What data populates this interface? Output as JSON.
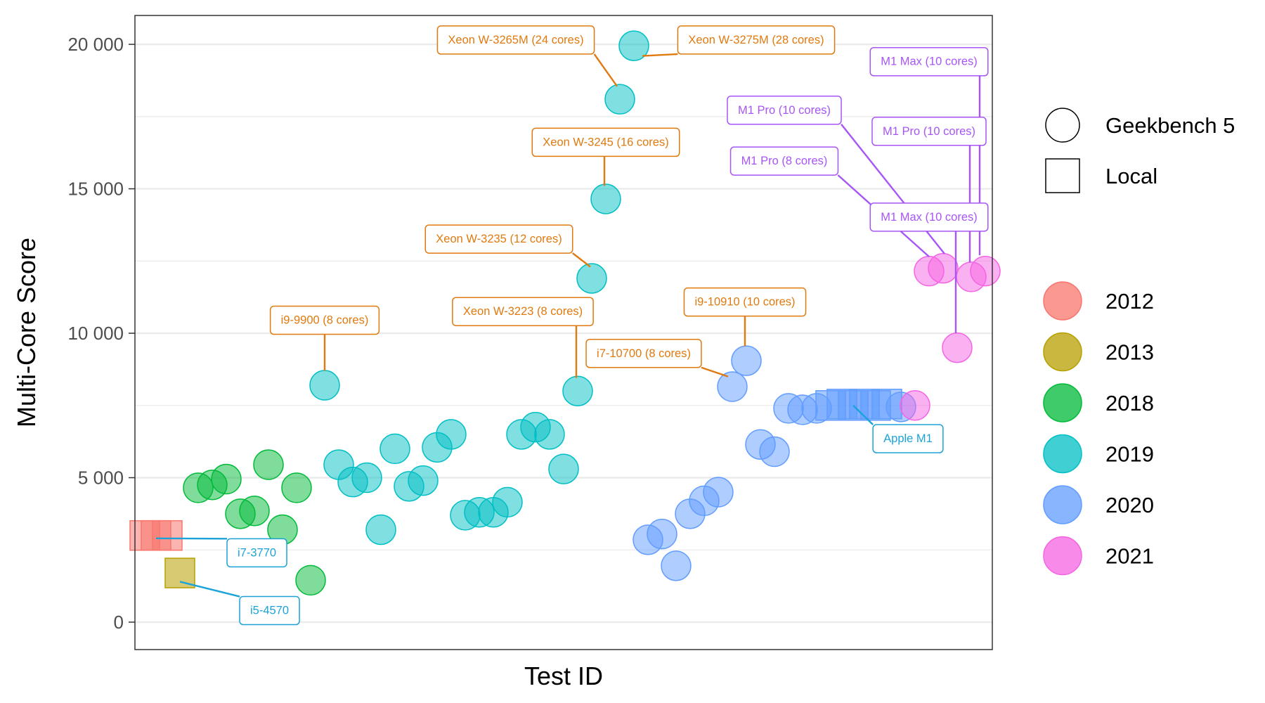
{
  "colors": {
    "2012": "#F8766D",
    "2013": "#B79F00",
    "2018": "#00BA38",
    "2019": "#00BFC4",
    "2020": "#619CFF",
    "2021": "#F564E3",
    "label_intel_xeon": "#E07A10",
    "label_intel_old": "#1BA3D9",
    "label_apple_m1pro": "#A855F7"
  },
  "chart_data": {
    "type": "scatter",
    "title": "",
    "xlabel": "Test ID",
    "ylabel": "Multi-Core Score",
    "xlim": [
      0.5,
      61.5
    ],
    "ylim": [
      -950,
      21000
    ],
    "yticks": [
      0,
      5000,
      10000,
      15000,
      20000
    ],
    "ytick_labels": [
      "0",
      "5 000",
      "10 000",
      "15 000",
      "20 000"
    ],
    "grid": true,
    "legend_position": "right",
    "legend_shape": {
      "title": "",
      "entries": [
        {
          "label": "Geekbench 5",
          "shape": "circle"
        },
        {
          "label": "Local",
          "shape": "square"
        }
      ]
    },
    "legend_year": {
      "title": "",
      "entries": [
        "2012",
        "2013",
        "2018",
        "2019",
        "2020",
        "2021"
      ]
    },
    "points": [
      {
        "x": 1.2,
        "y": 3000,
        "year": "2012",
        "shape": "square"
      },
      {
        "x": 2.0,
        "y": 3000,
        "year": "2012",
        "shape": "square"
      },
      {
        "x": 2.8,
        "y": 3000,
        "year": "2012",
        "shape": "square"
      },
      {
        "x": 3.7,
        "y": 1700,
        "year": "2013",
        "shape": "square"
      },
      {
        "x": 5.0,
        "y": 4650,
        "year": "2018",
        "shape": "circle"
      },
      {
        "x": 6.0,
        "y": 4750,
        "year": "2018",
        "shape": "circle"
      },
      {
        "x": 7.0,
        "y": 4950,
        "year": "2018",
        "shape": "circle"
      },
      {
        "x": 8.0,
        "y": 3750,
        "year": "2018",
        "shape": "circle"
      },
      {
        "x": 9.0,
        "y": 3850,
        "year": "2018",
        "shape": "circle"
      },
      {
        "x": 10.0,
        "y": 5450,
        "year": "2018",
        "shape": "circle"
      },
      {
        "x": 11.0,
        "y": 3200,
        "year": "2018",
        "shape": "circle"
      },
      {
        "x": 12.0,
        "y": 4650,
        "year": "2018",
        "shape": "circle"
      },
      {
        "x": 13.0,
        "y": 1450,
        "year": "2018",
        "shape": "circle"
      },
      {
        "x": 14.0,
        "y": 8200,
        "year": "2019",
        "shape": "circle"
      },
      {
        "x": 15.0,
        "y": 5450,
        "year": "2019",
        "shape": "circle"
      },
      {
        "x": 16.0,
        "y": 4850,
        "year": "2019",
        "shape": "circle"
      },
      {
        "x": 17.0,
        "y": 5000,
        "year": "2019",
        "shape": "circle"
      },
      {
        "x": 18.0,
        "y": 3200,
        "year": "2019",
        "shape": "circle"
      },
      {
        "x": 19.0,
        "y": 6000,
        "year": "2019",
        "shape": "circle"
      },
      {
        "x": 20.0,
        "y": 4700,
        "year": "2019",
        "shape": "circle"
      },
      {
        "x": 21.0,
        "y": 4900,
        "year": "2019",
        "shape": "circle"
      },
      {
        "x": 22.0,
        "y": 6050,
        "year": "2019",
        "shape": "circle"
      },
      {
        "x": 23.0,
        "y": 6500,
        "year": "2019",
        "shape": "circle"
      },
      {
        "x": 24.0,
        "y": 3700,
        "year": "2019",
        "shape": "circle"
      },
      {
        "x": 25.0,
        "y": 3800,
        "year": "2019",
        "shape": "circle"
      },
      {
        "x": 26.0,
        "y": 3800,
        "year": "2019",
        "shape": "circle"
      },
      {
        "x": 27.0,
        "y": 4150,
        "year": "2019",
        "shape": "circle"
      },
      {
        "x": 28.0,
        "y": 6500,
        "year": "2019",
        "shape": "circle"
      },
      {
        "x": 29.0,
        "y": 6750,
        "year": "2019",
        "shape": "circle"
      },
      {
        "x": 30.0,
        "y": 6500,
        "year": "2019",
        "shape": "circle"
      },
      {
        "x": 31.0,
        "y": 5300,
        "year": "2019",
        "shape": "circle"
      },
      {
        "x": 32.0,
        "y": 8000,
        "year": "2019",
        "shape": "circle"
      },
      {
        "x": 33.0,
        "y": 11900,
        "year": "2019",
        "shape": "circle"
      },
      {
        "x": 34.0,
        "y": 14650,
        "year": "2019",
        "shape": "circle"
      },
      {
        "x": 35.0,
        "y": 18100,
        "year": "2019",
        "shape": "circle"
      },
      {
        "x": 36.0,
        "y": 19950,
        "year": "2019",
        "shape": "circle"
      },
      {
        "x": 37.0,
        "y": 2850,
        "year": "2020",
        "shape": "circle"
      },
      {
        "x": 38.0,
        "y": 3050,
        "year": "2020",
        "shape": "circle"
      },
      {
        "x": 39.0,
        "y": 1950,
        "year": "2020",
        "shape": "circle"
      },
      {
        "x": 40.0,
        "y": 3750,
        "year": "2020",
        "shape": "circle"
      },
      {
        "x": 41.0,
        "y": 4200,
        "year": "2020",
        "shape": "circle"
      },
      {
        "x": 42.0,
        "y": 4500,
        "year": "2020",
        "shape": "circle"
      },
      {
        "x": 43.0,
        "y": 8150,
        "year": "2020",
        "shape": "circle"
      },
      {
        "x": 44.0,
        "y": 9050,
        "year": "2020",
        "shape": "circle"
      },
      {
        "x": 45.0,
        "y": 6150,
        "year": "2020",
        "shape": "circle"
      },
      {
        "x": 46.0,
        "y": 5900,
        "year": "2020",
        "shape": "circle"
      },
      {
        "x": 47.0,
        "y": 7400,
        "year": "2020",
        "shape": "circle"
      },
      {
        "x": 48.0,
        "y": 7350,
        "year": "2020",
        "shape": "circle"
      },
      {
        "x": 49.0,
        "y": 7400,
        "year": "2020",
        "shape": "circle"
      },
      {
        "x": 50.0,
        "y": 7500,
        "year": "2020",
        "shape": "square"
      },
      {
        "x": 50.8,
        "y": 7550,
        "year": "2020",
        "shape": "square"
      },
      {
        "x": 51.6,
        "y": 7500,
        "year": "2020",
        "shape": "square"
      },
      {
        "x": 52.4,
        "y": 7550,
        "year": "2020",
        "shape": "square"
      },
      {
        "x": 53.2,
        "y": 7500,
        "year": "2020",
        "shape": "square"
      },
      {
        "x": 54.0,
        "y": 7550,
        "year": "2020",
        "shape": "square"
      },
      {
        "x": 55.0,
        "y": 7450,
        "year": "2020",
        "shape": "circle"
      },
      {
        "x": 56.0,
        "y": 7500,
        "year": "2021",
        "shape": "circle"
      },
      {
        "x": 57.0,
        "y": 12150,
        "year": "2021",
        "shape": "circle"
      },
      {
        "x": 58.0,
        "y": 12250,
        "year": "2021",
        "shape": "circle"
      },
      {
        "x": 59.0,
        "y": 9500,
        "year": "2021",
        "shape": "circle"
      },
      {
        "x": 60.0,
        "y": 11950,
        "year": "2021",
        "shape": "circle"
      },
      {
        "x": 61.0,
        "y": 12150,
        "year": "2021",
        "shape": "circle"
      }
    ],
    "annotations": [
      {
        "label": "i7-3770",
        "colorKey": "label_intel_old",
        "target": [
          2.0,
          2900
        ],
        "box": [
          7.8,
          2400
        ],
        "anchor": "left"
      },
      {
        "label": "i5-4570",
        "colorKey": "label_intel_old",
        "target": [
          3.7,
          1400
        ],
        "box": [
          8.7,
          400
        ],
        "anchor": "left"
      },
      {
        "label": "i9-9900 (8 cores)",
        "colorKey": "label_intel_xeon",
        "target": [
          14.0,
          8700
        ],
        "box": [
          14.0,
          10450
        ],
        "anchor": "center"
      },
      {
        "label": "Xeon W-3223 (8 cores)",
        "colorKey": "label_intel_xeon",
        "target": [
          31.9,
          8450
        ],
        "box": [
          28.1,
          10750
        ],
        "anchor": "center"
      },
      {
        "label": "Xeon W-3235 (12 cores)",
        "colorKey": "label_intel_xeon",
        "target": [
          32.9,
          12300
        ],
        "box": [
          26.4,
          13260
        ],
        "anchor": "center"
      },
      {
        "label": "Xeon W-3245 (16 cores)",
        "colorKey": "label_intel_xeon",
        "target": [
          33.9,
          15100
        ],
        "box": [
          34.0,
          16610
        ],
        "anchor": "center"
      },
      {
        "label": "Xeon W-3265M (24 cores)",
        "colorKey": "label_intel_xeon",
        "target": [
          34.8,
          18550
        ],
        "box": [
          27.6,
          20150
        ],
        "anchor": "center"
      },
      {
        "label": "Xeon W-3275M (28 cores)",
        "colorKey": "label_intel_xeon",
        "target": [
          36.6,
          19600
        ],
        "box": [
          44.7,
          20150
        ],
        "anchor": "center"
      },
      {
        "label": "i7-10700 (8 cores)",
        "colorKey": "label_intel_xeon",
        "target": [
          42.7,
          8500
        ],
        "box": [
          36.7,
          9300
        ],
        "anchor": "center"
      },
      {
        "label": "i9-10910 (10 cores)",
        "colorKey": "label_intel_xeon",
        "target": [
          43.9,
          9550
        ],
        "box": [
          43.9,
          11080
        ],
        "anchor": "center"
      },
      {
        "label": "Apple M1",
        "colorKey": "label_intel_old",
        "target": [
          51.6,
          7500
        ],
        "box": [
          55.5,
          6350
        ],
        "anchor": "center"
      },
      {
        "label": "M1 Max (10 cores)",
        "colorKey": "label_apple_m1pro",
        "target": [
          60.6,
          12700
        ],
        "box": [
          57.0,
          19400
        ],
        "anchor": "center"
      },
      {
        "label": "M1 Pro (10 cores)",
        "colorKey": "label_apple_m1pro",
        "target": [
          58.1,
          12750
        ],
        "box": [
          46.7,
          17720
        ],
        "anchor": "center"
      },
      {
        "label": "M1 Pro (10 cores)",
        "colorKey": "label_apple_m1pro",
        "target": [
          59.9,
          12450
        ],
        "box": [
          57.0,
          16990
        ],
        "anchor": "center"
      },
      {
        "label": "M1 Pro (8 cores)",
        "colorKey": "label_apple_m1pro",
        "target": [
          57.0,
          12650
        ],
        "box": [
          46.7,
          15960
        ],
        "anchor": "center"
      },
      {
        "label": "M1 Max (10 cores)",
        "colorKey": "label_apple_m1pro",
        "target": [
          58.9,
          10000
        ],
        "box": [
          57.0,
          14020
        ],
        "anchor": "center"
      }
    ]
  }
}
